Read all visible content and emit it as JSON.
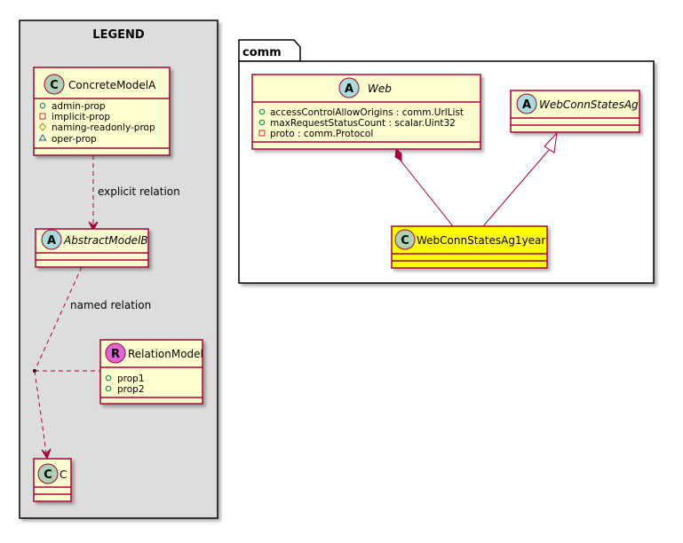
{
  "legend": {
    "title": "LEGEND",
    "concrete_model": {
      "stereotype": "C",
      "name": "ConcreteModelA",
      "attributes": [
        {
          "visibility": "public",
          "name": "admin-prop"
        },
        {
          "visibility": "private",
          "name": "implicit-prop"
        },
        {
          "visibility": "protected",
          "name": "naming-readonly-prop"
        },
        {
          "visibility": "package",
          "name": "oper-prop"
        }
      ]
    },
    "explicit_relation_label": "explicit relation",
    "abstract_model": {
      "stereotype": "A",
      "name": "AbstractModelB"
    },
    "named_relation_label": "named relation",
    "relation_model": {
      "stereotype": "R",
      "name": "RelationModel",
      "attributes": [
        {
          "visibility": "public",
          "name": "prop1"
        },
        {
          "visibility": "public",
          "name": "prop2"
        }
      ]
    },
    "target_model": {
      "stereotype": "C",
      "name": "C"
    }
  },
  "package": {
    "name": "comm",
    "web": {
      "stereotype": "A",
      "name": "Web",
      "attributes": [
        {
          "visibility": "public",
          "name": "accessControlAllowOrigins : comm.UrlList"
        },
        {
          "visibility": "public",
          "name": "maxRequestStatusCount : scalar.Uint32"
        },
        {
          "visibility": "private",
          "name": "proto : comm.Protocol"
        }
      ]
    },
    "web_conn_states_ag": {
      "stereotype": "A",
      "name": "WebConnStatesAg"
    },
    "web_conn_states_ag1year": {
      "stereotype": "C",
      "name": "WebConnStatesAg1year"
    }
  },
  "colors": {
    "class_fill": "#FEFECE",
    "class_border": "#A80036",
    "highlight_fill": "#FFFF00",
    "legend_fill": "#DDDDDD",
    "circle_c": "#ADD1B2",
    "circle_a": "#A9DCDF",
    "circle_r": "#E066D8",
    "relation_line": "#A80036"
  }
}
